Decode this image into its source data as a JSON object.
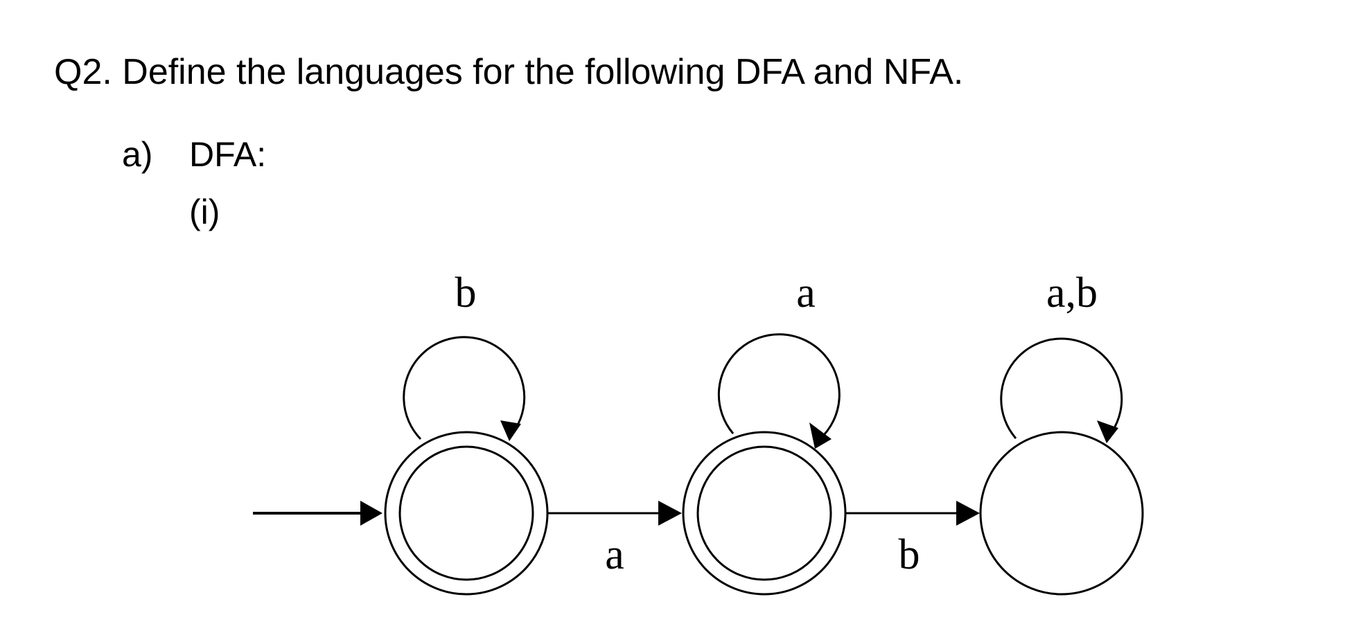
{
  "question": {
    "text": "Q2. Define the languages for the following DFA and NFA."
  },
  "part_a": {
    "marker": "a)",
    "title": "DFA:",
    "sub_part": "(i)"
  },
  "dfa": {
    "states": [
      {
        "id": "q0",
        "start": true,
        "accepting": true
      },
      {
        "id": "q1",
        "start": false,
        "accepting": true
      },
      {
        "id": "q2",
        "start": false,
        "accepting": false
      }
    ],
    "transitions": [
      {
        "from": "q0",
        "to": "q0",
        "label": "b"
      },
      {
        "from": "q0",
        "to": "q1",
        "label": "a"
      },
      {
        "from": "q1",
        "to": "q1",
        "label": "a"
      },
      {
        "from": "q1",
        "to": "q2",
        "label": "b"
      },
      {
        "from": "q2",
        "to": "q2",
        "label": "a,b"
      }
    ],
    "stroke_color": "#000000"
  }
}
